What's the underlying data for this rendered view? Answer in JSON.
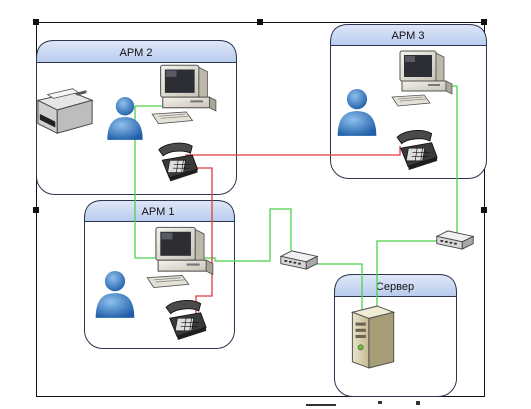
{
  "nodes": {
    "arm2": {
      "label": "АРМ 2"
    },
    "arm3": {
      "label": "АРМ 3"
    },
    "arm1": {
      "label": "АРМ 1"
    },
    "server": {
      "label": "Сервер"
    }
  },
  "link_colors": {
    "data_line": "#4cd24c",
    "phone_line": "#e03a3a",
    "frame": "#111111",
    "box_header": "#c9d8f2",
    "box_border": "#2c3650"
  },
  "icons": [
    "printer-icon",
    "computer-icon",
    "user-icon",
    "telephone-icon",
    "network-switch-icon",
    "server-icon"
  ]
}
